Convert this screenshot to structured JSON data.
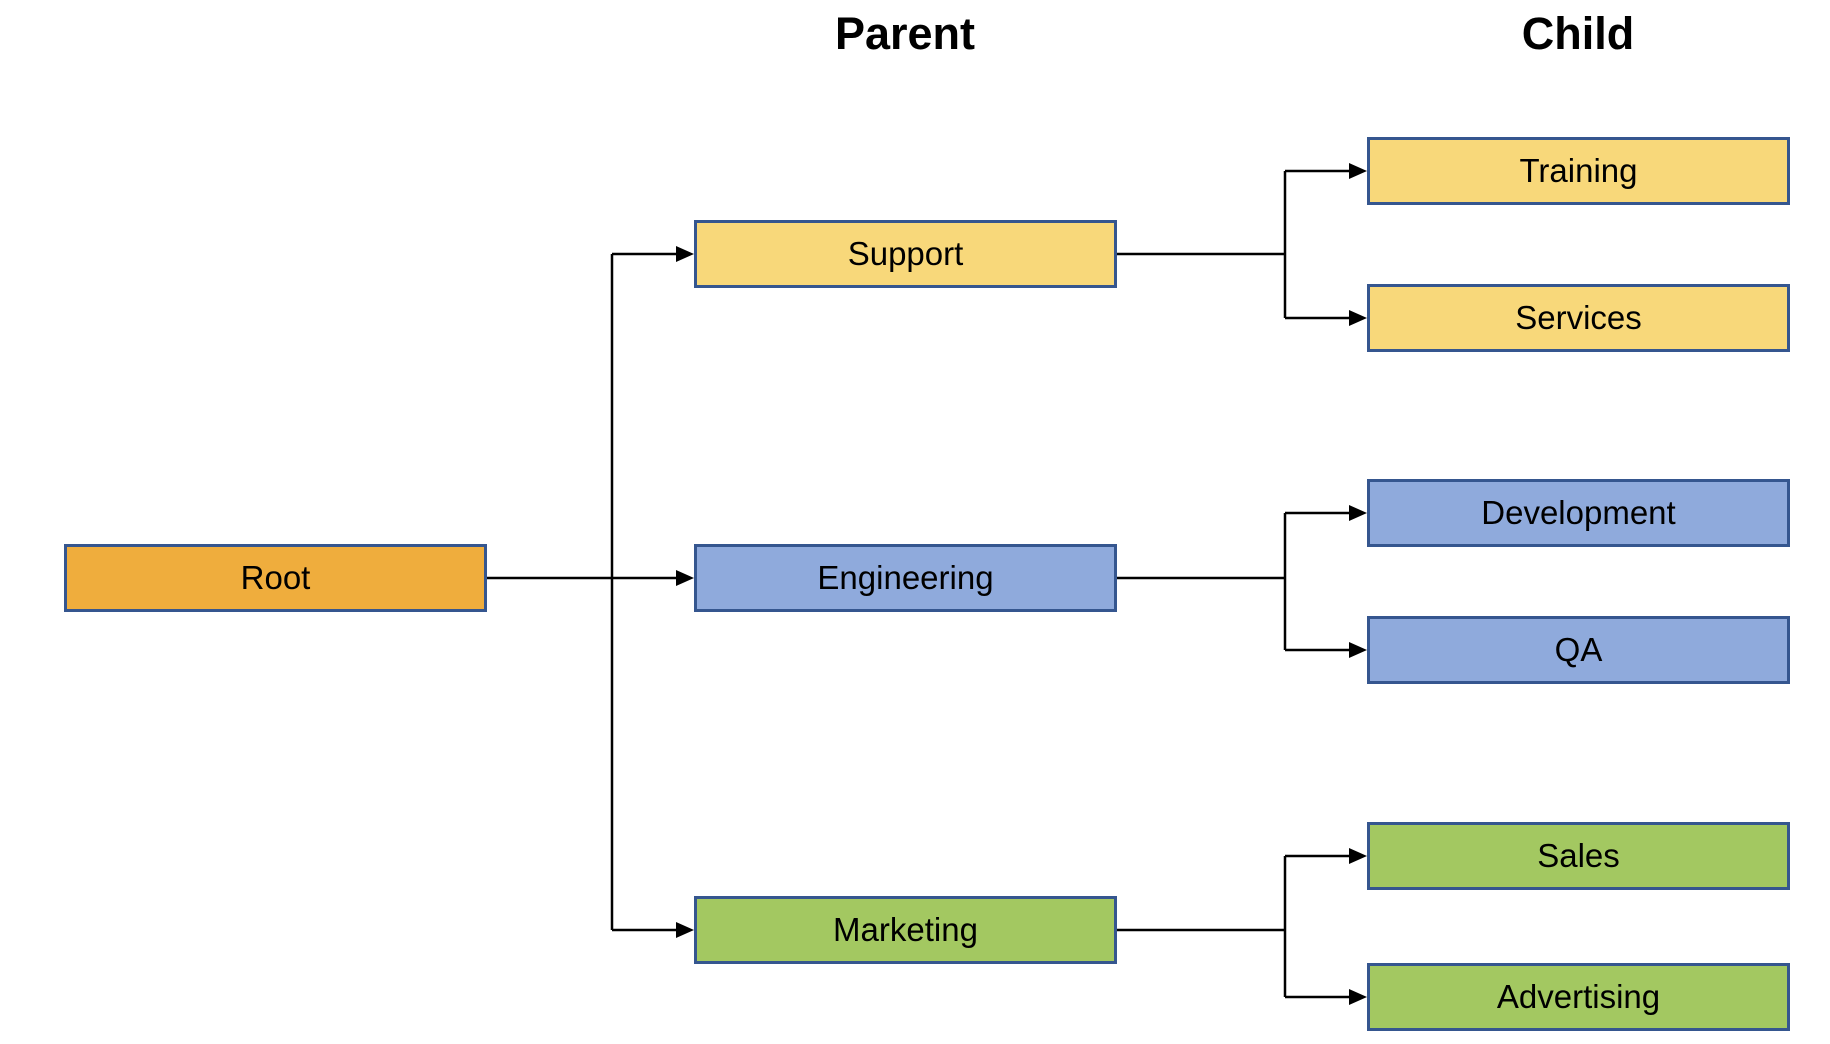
{
  "headers": {
    "parent": "Parent",
    "child": "Child"
  },
  "nodes": {
    "root": {
      "label": "Root",
      "fill": "#efad3d"
    },
    "support": {
      "label": "Support",
      "fill": "#f8d87a"
    },
    "engineering": {
      "label": "Engineering",
      "fill": "#8faadc"
    },
    "marketing": {
      "label": "Marketing",
      "fill": "#a3c861"
    },
    "training": {
      "label": "Training",
      "fill": "#f8d87a"
    },
    "services": {
      "label": "Services",
      "fill": "#f8d87a"
    },
    "development": {
      "label": "Development",
      "fill": "#8faadc"
    },
    "qa": {
      "label": "QA",
      "fill": "#8faadc"
    },
    "sales": {
      "label": "Sales",
      "fill": "#a3c861"
    },
    "advertising": {
      "label": "Advertising",
      "fill": "#a3c861"
    }
  },
  "edges": [
    [
      "root",
      "support"
    ],
    [
      "root",
      "engineering"
    ],
    [
      "root",
      "marketing"
    ],
    [
      "support",
      "training"
    ],
    [
      "support",
      "services"
    ],
    [
      "engineering",
      "development"
    ],
    [
      "engineering",
      "qa"
    ],
    [
      "marketing",
      "sales"
    ],
    [
      "marketing",
      "advertising"
    ]
  ],
  "colors": {
    "node_border": "#35568f",
    "connector": "#000000",
    "background": "#ffffff",
    "text": "#000000"
  }
}
